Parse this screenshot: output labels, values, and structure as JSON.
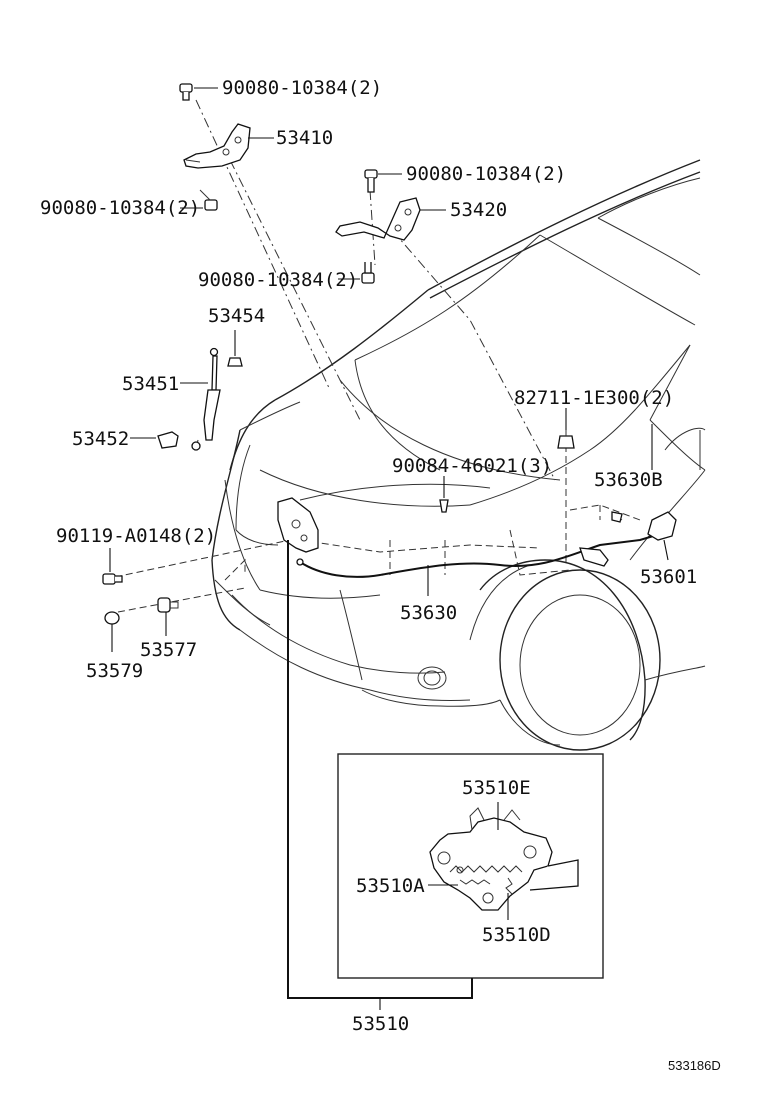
{
  "labels": {
    "p_90080_10384_top": "90080-10384(2)",
    "p_53410": "53410",
    "p_90080_10384_right": "90080-10384(2)",
    "p_53420": "53420",
    "p_90080_10384_left": "90080-10384(2)",
    "p_90080_10384_mid": "90080-10384(2)",
    "p_53454": "53454",
    "p_53451": "53451",
    "p_53452": "53452",
    "p_82711_1E300": "82711-1E300(2)",
    "p_90084_46021": "90084-46021(3)",
    "p_53630B": "53630B",
    "p_90119_A0148": "90119-A0148(2)",
    "p_53601": "53601",
    "p_53630": "53630",
    "p_53577": "53577",
    "p_53579": "53579",
    "p_53510E": "53510E",
    "p_53510A": "53510A",
    "p_53510D": "53510D",
    "p_53510": "53510"
  },
  "diagram_code": "533186D"
}
